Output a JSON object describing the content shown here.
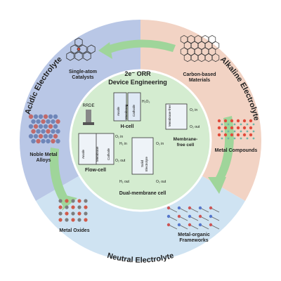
{
  "center": {
    "title_line1": "2e⁻ ORR",
    "title_line2": "Device Engineering",
    "rrde": "RRDE",
    "h_cell": "H-cell",
    "flow_cell": "Flow-cell",
    "membrane_free_line1": "Membrane-",
    "membrane_free_line2": "free cell",
    "dual_membrane": "Dual-membrane cell",
    "anode": "Anode",
    "membrane": "Membrane",
    "cathode": "Cathode",
    "membrane_free_label": "Membrane-free",
    "solid_electrolyte_line1": "Solid",
    "solid_electrolyte_line2": "Electrolyte",
    "o2_in": "O₂ in",
    "o2_out": "O₂ out",
    "h2_in": "H₂ in",
    "h2_out": "H₂ out",
    "h2o2": "H₂O₂"
  },
  "sectors": {
    "acidic": "Acidic Electrolyte",
    "alkaline": "Alkaline Electrolyte",
    "neutral": "Neutral Electrolyte"
  },
  "materials": {
    "single_atom_line1": "Single-atom",
    "single_atom_line2": "Catalysts",
    "carbon_line1": "Carbon-based",
    "carbon_line2": "Materials",
    "noble_line1": "Noble Metal",
    "noble_line2": "Alloys",
    "metal_compounds": "Metal Compounds",
    "metal_oxides": "Metal Oxides",
    "mof_line1": "Metal-organic",
    "mof_line2": "Frameworks"
  },
  "colors": {
    "acidic": "#b9c7e6",
    "alkaline": "#f2d3c4",
    "neutral": "#cfe3f2",
    "center": "#d4ecd0",
    "arrow": "#9fd59a"
  }
}
